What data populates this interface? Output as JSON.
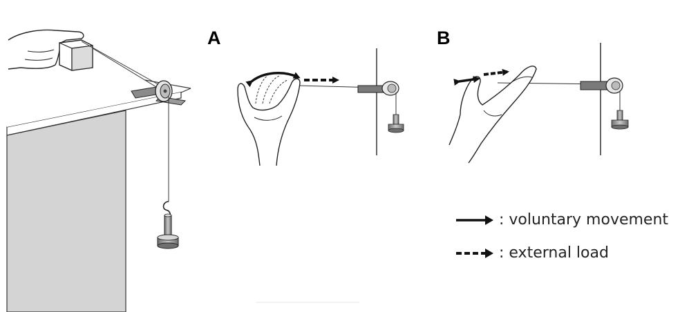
{
  "panels": {
    "a_label": "A",
    "b_label": "B"
  },
  "legend": {
    "solid": {
      "text": ": voluntary movement"
    },
    "dashed": {
      "text": ": external load"
    }
  },
  "colors": {
    "line": "#222222",
    "skin": "#ffffff",
    "table_side": "#d4d4d4",
    "table_top": "#f4f4f4",
    "metal_dark": "#7a7a7a",
    "metal_light": "#bdbdbd"
  },
  "icons": [
    "hand-pushing-block",
    "pulley",
    "hanging-weight",
    "thumb-flexion-arrow",
    "index-abduction-arrow",
    "load-arrow"
  ]
}
